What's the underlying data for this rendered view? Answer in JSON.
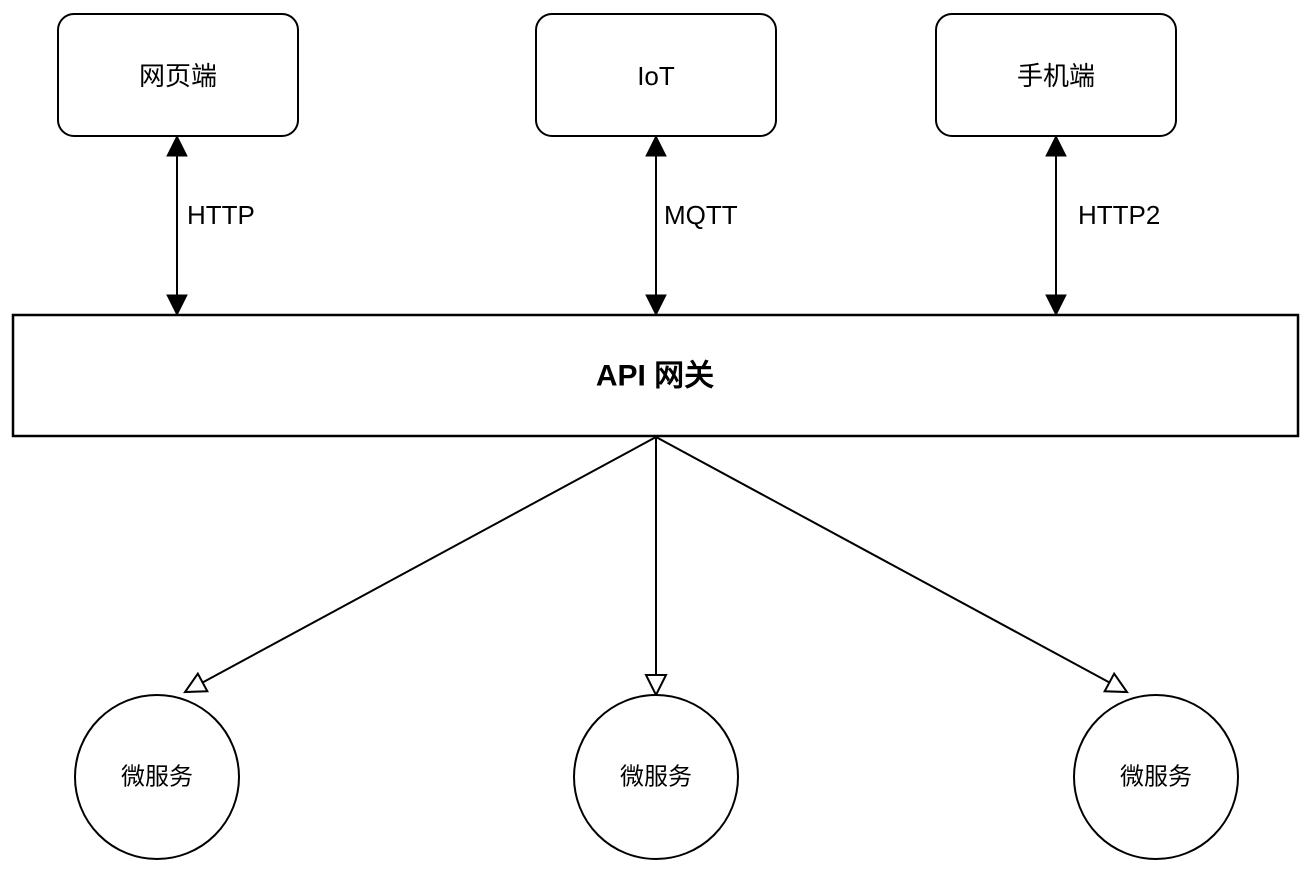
{
  "diagram": {
    "background": "#ffffff",
    "stroke_color": "#000000",
    "clients": [
      {
        "id": "web",
        "label": "网页端",
        "protocol": "HTTP"
      },
      {
        "id": "iot",
        "label": "IoT",
        "protocol": "MQTT"
      },
      {
        "id": "mobile",
        "label": "手机端",
        "protocol": "HTTP2"
      }
    ],
    "gateway": {
      "label": "API 网关"
    },
    "services": [
      {
        "id": "service-1",
        "label": "微服务"
      },
      {
        "id": "service-2",
        "label": "微服务"
      },
      {
        "id": "service-3",
        "label": "微服务"
      }
    ]
  }
}
